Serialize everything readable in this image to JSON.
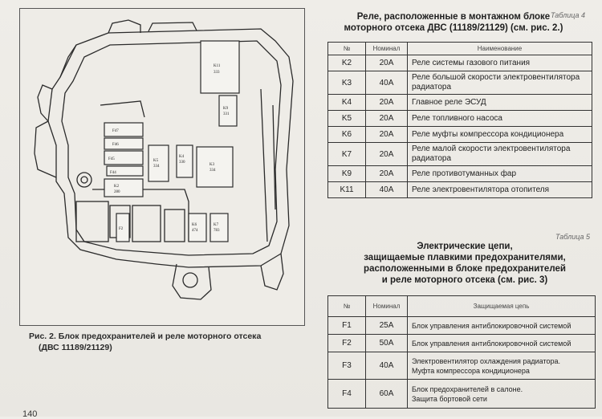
{
  "figure": {
    "caption_line1": "Рис. 2. Блок предохранителей и реле моторного отсека",
    "caption_line2": "(ДВС 11189/21129)",
    "labels": {
      "k11": "K11",
      "k11_code": "333",
      "k9": "K9",
      "k9_code": "331",
      "k4": "K4",
      "k4_code": "330",
      "k3": "K3",
      "k3_code": "334",
      "k5": "K5",
      "k5_code": "334",
      "k2": "K2",
      "k2_code": "280",
      "k6": "K6",
      "k6_code": "474",
      "k7": "K7",
      "k7_code": "783",
      "f47": "F47",
      "f46": "F46",
      "f45": "F45",
      "f44": "F44",
      "f2": "F2"
    }
  },
  "page_number": "140",
  "table4": {
    "label": "Таблица 4",
    "title_line1": "Реле, расположенные в монтажном блоке",
    "title_line2": "моторного отсека ДВС (11189/21129) (см. рис. 2.)",
    "headers": [
      "№",
      "Номинал",
      "Наименование"
    ],
    "rows": [
      {
        "num": "K2",
        "rating": "20А",
        "name": "Реле системы газового питания",
        "name2": ""
      },
      {
        "num": "K3",
        "rating": "40А",
        "name": "Реле большой скорости электровентилятора",
        "name2": "радиатора"
      },
      {
        "num": "K4",
        "rating": "20А",
        "name": "Главное реле ЭСУД",
        "name2": ""
      },
      {
        "num": "K5",
        "rating": "20А",
        "name": "Реле топливного насоса",
        "name2": ""
      },
      {
        "num": "K6",
        "rating": "20А",
        "name": "Реле муфты компрессора кондиционера",
        "name2": ""
      },
      {
        "num": "K7",
        "rating": "20А",
        "name": "Реле малой скорости электровентилятора",
        "name2": "радиатора"
      },
      {
        "num": "K9",
        "rating": "20А",
        "name": "Реле противотуманных фар",
        "name2": ""
      },
      {
        "num": "K11",
        "rating": "40А",
        "name": "Реле электровентилятора отопителя",
        "name2": ""
      }
    ]
  },
  "table5": {
    "label": "Таблица 5",
    "title_line1": "Электрические цепи,",
    "title_line2": "защищаемые плавкими предохранителями,",
    "title_line3": "расположенными в блоке предохранителей",
    "title_line4": "и реле моторного отсека (см. рис. 3)",
    "headers": [
      "№",
      "Номинал",
      "Защищаемая цепь"
    ],
    "rows": [
      {
        "num": "F1",
        "rating": "25А",
        "name": "Блок управления антиблокировочной системой",
        "name2": ""
      },
      {
        "num": "F2",
        "rating": "50А",
        "name": "Блок управления антиблокировочной системой",
        "name2": ""
      },
      {
        "num": "F3",
        "rating": "40А",
        "name": "Электровентилятор охлаждения радиатора.",
        "name2": "Муфта компрессора кондиционера"
      },
      {
        "num": "F4",
        "rating": "60А",
        "name": "Блок предохранителей в салоне.",
        "name2": "Защита бортовой сети"
      }
    ]
  }
}
